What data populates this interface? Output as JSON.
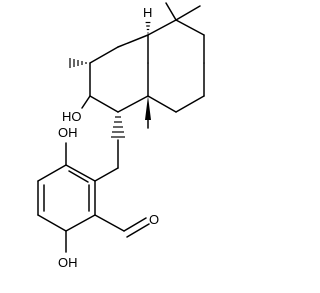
{
  "molecule": {
    "atom_labels": {
      "oh_top": "OH",
      "oh_ring": "HO",
      "oh_bottom": "OH",
      "aldehyde_o": "O",
      "h_stereo": "H"
    },
    "colors": {
      "ink": "#000000",
      "background": "#ffffff"
    }
  }
}
